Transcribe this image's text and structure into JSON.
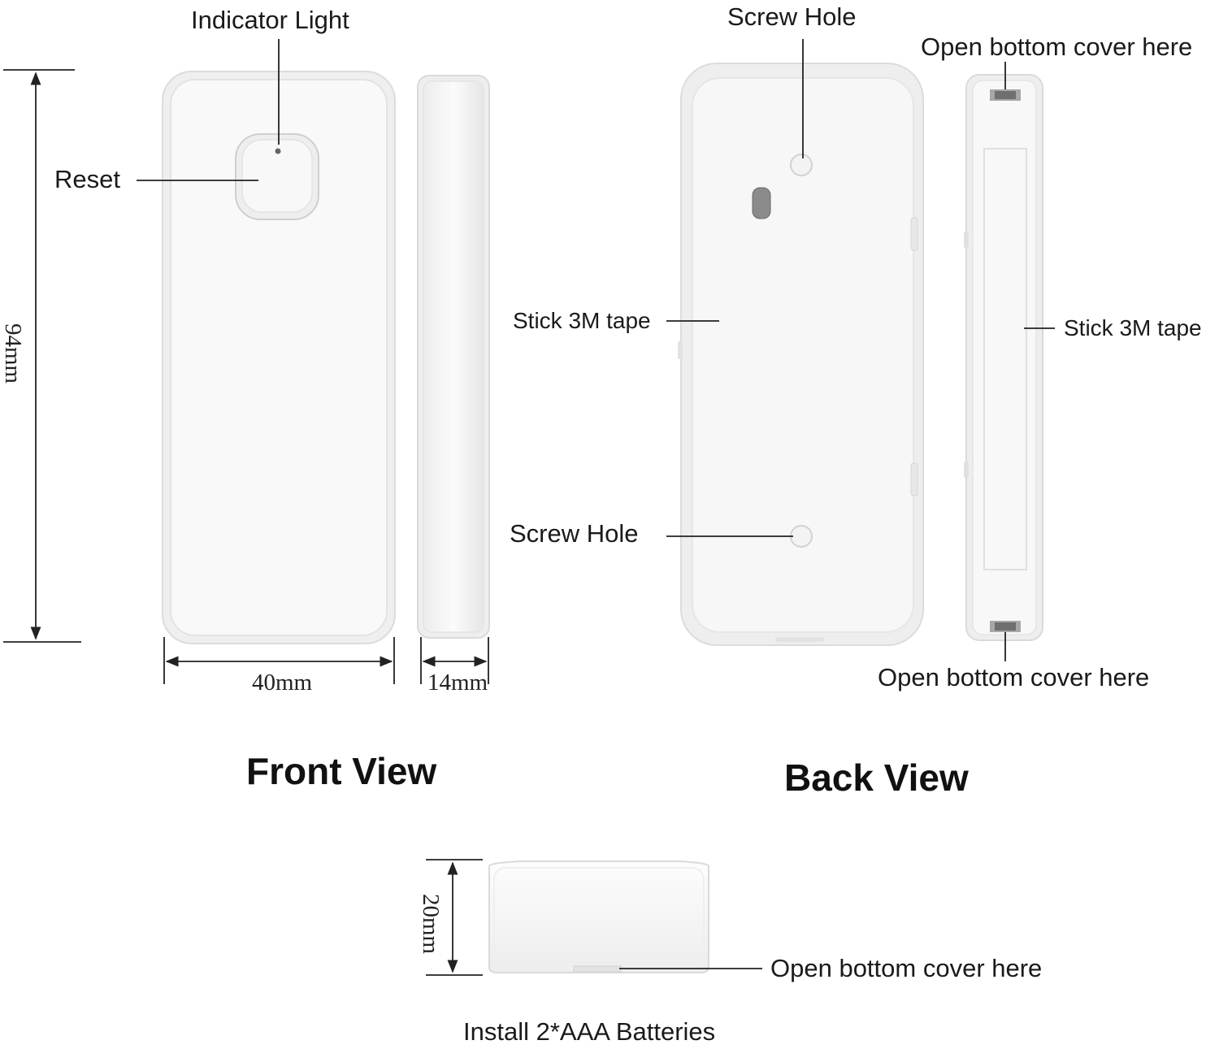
{
  "views": {
    "front": "Front View",
    "back": "Back View"
  },
  "labels": {
    "indicator_light": "Indicator Light",
    "reset": "Reset",
    "screw_hole_top": "Screw Hole",
    "screw_hole_bottom": "Screw Hole",
    "stick_tape_back": "Stick 3M tape",
    "stick_tape_side": "Stick 3M tape",
    "open_cover_top": "Open bottom cover here",
    "open_cover_side_bottom": "Open bottom cover here",
    "open_cover_bottom_unit": "Open bottom cover here",
    "install_batteries": "Install 2*AAA Batteries"
  },
  "dimensions": {
    "height": "94mm",
    "width": "40mm",
    "depth": "14mm",
    "magnet_height": "20mm"
  },
  "colors": {
    "device_body": "#f7f7f7",
    "device_edge": "#e4e4e4",
    "line": "#222222"
  }
}
